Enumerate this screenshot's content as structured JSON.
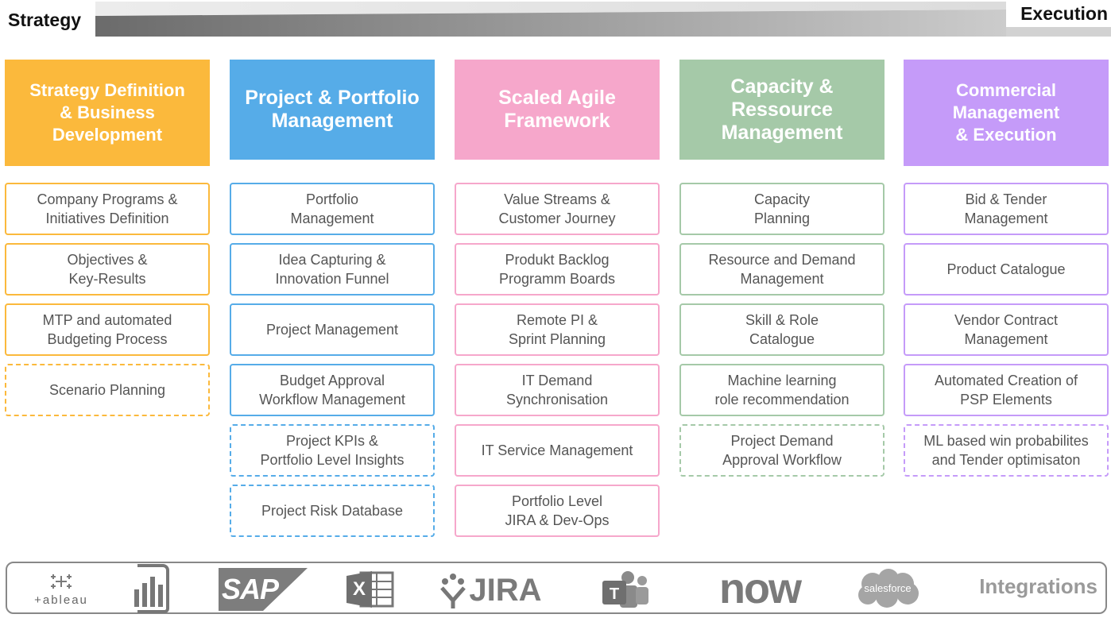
{
  "top": {
    "left_label": "Strategy",
    "right_label": "Execution"
  },
  "columns": [
    {
      "title": "Strategy Definition\n& Business\nDevelopment",
      "color": "#FBB93C",
      "items": [
        {
          "label": "Company Programs &\nInitiatives Definition",
          "dashed": false
        },
        {
          "label": "Objectives &\nKey-Results",
          "dashed": false
        },
        {
          "label": "MTP and automated\nBudgeting Process",
          "dashed": false
        },
        {
          "label": "Scenario Planning",
          "dashed": true
        }
      ]
    },
    {
      "title": "Project & Portfolio\nManagement",
      "color": "#56ACE8",
      "items": [
        {
          "label": "Portfolio\nManagement",
          "dashed": false
        },
        {
          "label": "Idea Capturing &\nInnovation Funnel",
          "dashed": false
        },
        {
          "label": "Project Management",
          "dashed": false
        },
        {
          "label": "Budget Approval\nWorkflow Management",
          "dashed": false
        },
        {
          "label": "Project KPIs &\nPortfolio Level Insights",
          "dashed": true
        },
        {
          "label": "Project Risk Database",
          "dashed": true
        }
      ]
    },
    {
      "title": "Scaled Agile\nFramework",
      "color": "#F6A7CB",
      "items": [
        {
          "label": "Value Streams &\nCustomer Journey",
          "dashed": false
        },
        {
          "label": "Produkt Backlog\nProgramm Boards",
          "dashed": false
        },
        {
          "label": "Remote PI &\nSprint Planning",
          "dashed": false
        },
        {
          "label": "IT Demand\nSynchronisation",
          "dashed": false
        },
        {
          "label": "IT Service Management",
          "dashed": false
        },
        {
          "label": "Portfolio Level\nJIRA & Dev-Ops",
          "dashed": false
        }
      ]
    },
    {
      "title": "Capacity &\nRessource\nManagement",
      "color": "#A5C9A8",
      "items": [
        {
          "label": "Capacity\nPlanning",
          "dashed": false
        },
        {
          "label": "Resource and Demand\nManagement",
          "dashed": false
        },
        {
          "label": "Skill & Role\nCatalogue",
          "dashed": false
        },
        {
          "label": "Machine learning\nrole recommendation",
          "dashed": false
        },
        {
          "label": "Project Demand\nApproval Workflow",
          "dashed": true
        }
      ]
    },
    {
      "title": "Commercial\nManagement\n& Execution",
      "color": "#C59BF9",
      "items": [
        {
          "label": "Bid & Tender\nManagement",
          "dashed": false
        },
        {
          "label": "Product Catalogue",
          "dashed": false
        },
        {
          "label": "Vendor Contract\nManagement",
          "dashed": false
        },
        {
          "label": "Automated Creation of\nPSP Elements",
          "dashed": false
        },
        {
          "label": "ML based win probabilites\nand Tender optimisaton",
          "dashed": true
        }
      ]
    }
  ],
  "integrations": {
    "label": "Integrations",
    "logos": {
      "tableau": "+ableau",
      "sap": "SAP",
      "jira": "JIRA",
      "now": "now",
      "salesforce": "salesforce",
      "excel": "X"
    },
    "icons": [
      "tableau-logo-icon",
      "powerbi-logo-icon",
      "sap-logo-icon",
      "excel-logo-icon",
      "jira-logo-icon",
      "teams-logo-icon",
      "servicenow-logo-icon",
      "salesforce-logo-icon"
    ]
  }
}
